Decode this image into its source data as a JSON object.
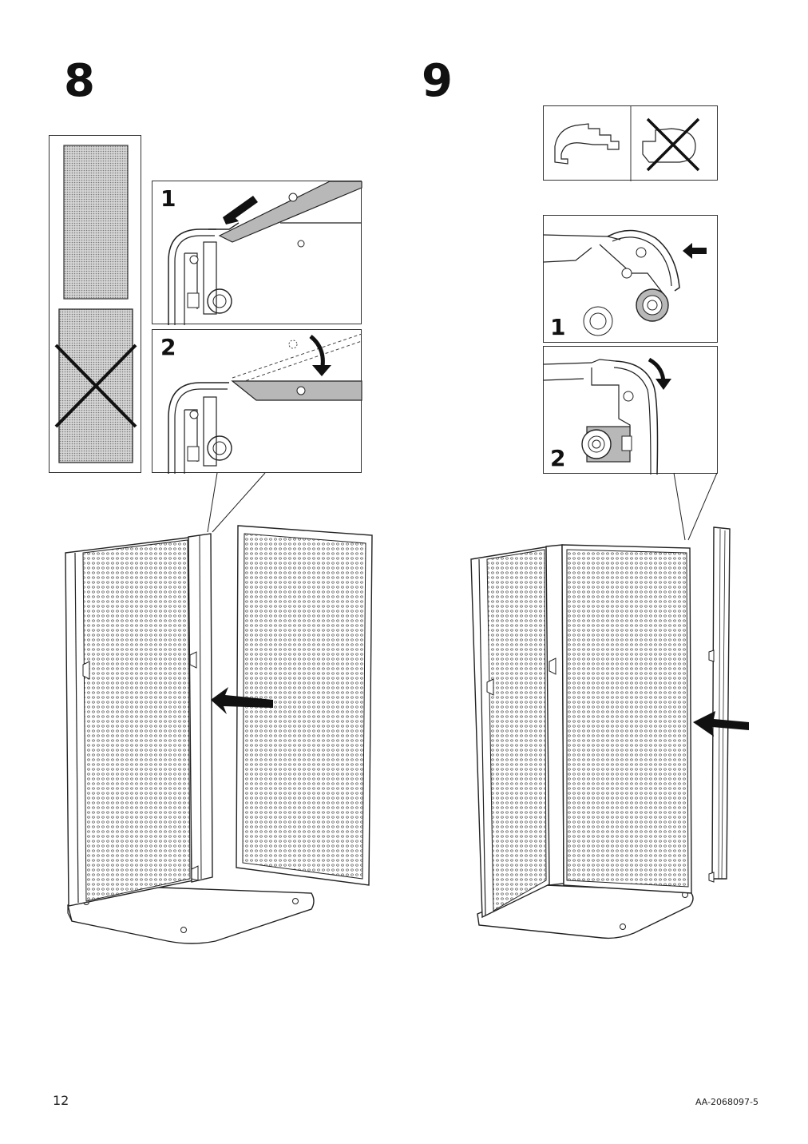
{
  "steps": [
    {
      "number": "8",
      "details": [
        {
          "label": "1"
        },
        {
          "label": "2"
        }
      ]
    },
    {
      "number": "9",
      "details": [
        {
          "label": "1"
        },
        {
          "label": "2"
        }
      ]
    }
  ],
  "footer": {
    "page_number": "12",
    "doc_code": "AA-2068097-5"
  },
  "colors": {
    "line": "#222222",
    "gray_fill": "#b8b8b8"
  }
}
